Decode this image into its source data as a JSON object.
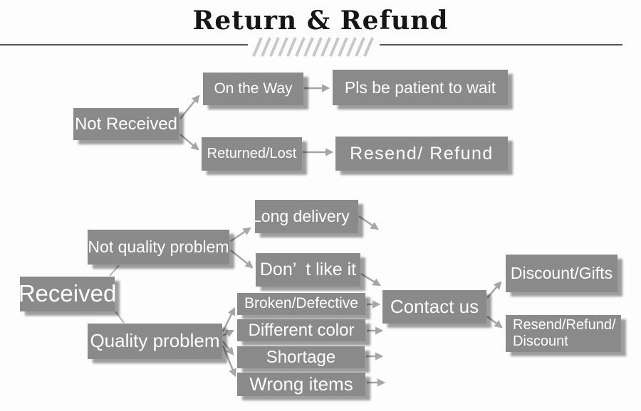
{
  "title": "Return & Refund",
  "colors": {
    "box": "#8a8a8a",
    "box_text": "#ffffff",
    "arrow": "#a6a6a6",
    "title_text": "#161616",
    "rule": "#565656",
    "hatch": "#c8c8c8"
  },
  "nodes": {
    "not_received": "Not Received",
    "on_the_way": "On the Way",
    "pls_wait": "Pls be patient to wait",
    "returned_lost": "Returned/Lost",
    "resend_refund": "Resend/ Refund",
    "received": "Received",
    "not_quality_problem": "Not quality problem",
    "long_delivery": "Long delivery",
    "dont_like_it": "Don’  t like it",
    "quality_problem": "Quality problem",
    "broken_defective": "Broken/Defective",
    "different_color": "Different color",
    "shortage": "Shortage",
    "wrong_items": "Wrong items",
    "contact_us": "Contact us",
    "discount_gifts": "Discount/Gifts",
    "resend_refund_discount": "Resend/Refund/\nDiscount"
  },
  "edges": [
    {
      "from": "not_received",
      "to": "on_the_way"
    },
    {
      "from": "not_received",
      "to": "returned_lost"
    },
    {
      "from": "on_the_way",
      "to": "pls_wait"
    },
    {
      "from": "returned_lost",
      "to": "resend_refund"
    },
    {
      "from": "received",
      "to": "not_quality_problem"
    },
    {
      "from": "received",
      "to": "quality_problem"
    },
    {
      "from": "not_quality_problem",
      "to": "long_delivery"
    },
    {
      "from": "not_quality_problem",
      "to": "dont_like_it"
    },
    {
      "from": "long_delivery",
      "to": "contact_us"
    },
    {
      "from": "dont_like_it",
      "to": "contact_us"
    },
    {
      "from": "quality_problem",
      "to": "broken_defective"
    },
    {
      "from": "quality_problem",
      "to": "different_color"
    },
    {
      "from": "quality_problem",
      "to": "shortage"
    },
    {
      "from": "quality_problem",
      "to": "wrong_items"
    },
    {
      "from": "broken_defective",
      "to": "contact_us"
    },
    {
      "from": "different_color",
      "to": "contact_us"
    },
    {
      "from": "shortage",
      "to": "contact_us"
    },
    {
      "from": "wrong_items",
      "to": "contact_us"
    },
    {
      "from": "contact_us",
      "to": "discount_gifts"
    },
    {
      "from": "contact_us",
      "to": "resend_refund_discount"
    }
  ]
}
